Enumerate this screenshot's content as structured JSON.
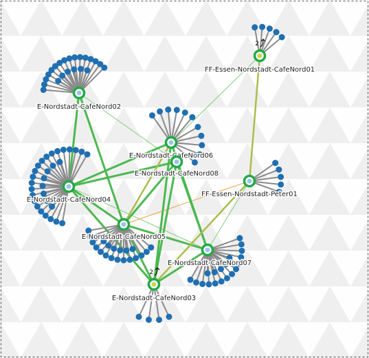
{
  "colors": {
    "background": "#f7f7f7",
    "triangle_light": "#ffffff",
    "triangle_dark": "#eeeeee",
    "frame": "#555555",
    "client_dot": "#1f6fb2",
    "client_line": "#8a8a8a",
    "node_ring_online": "#22a848",
    "node_ring_gateway": "#c8d84a",
    "node_center": "#9fc3e6",
    "link_strong": "#4bb84f",
    "link_weak": "#7fce7f",
    "link_olive": "#a9be4a",
    "link_orange": "#f0a23c"
  },
  "nodes": [
    {
      "id": "ffcafe01",
      "label": "FF-Essen-Nordstadt-CafeNord01",
      "type": "gateway",
      "badge": "2"
    },
    {
      "id": "cafe02",
      "label": "E-Nordstadt-CafeNord02",
      "type": "online"
    },
    {
      "id": "cafe06",
      "label": "E-Nordstadt-CafeNord06",
      "type": "online"
    },
    {
      "id": "cafe08",
      "label": "E-Nordstadt-CafeNord08",
      "type": "online"
    },
    {
      "id": "peter01",
      "label": "FF-Essen-Nordstadt-Peter01",
      "type": "online"
    },
    {
      "id": "cafe04",
      "label": "E-Nordstadt-CafeNord04",
      "type": "online"
    },
    {
      "id": "cafe05",
      "label": "E-Nordstadt-CafeNord05",
      "type": "online"
    },
    {
      "id": "cafe07",
      "label": "E-Nordstadt-CafeNord07",
      "type": "online"
    },
    {
      "id": "cafe03",
      "label": "E-Nordstadt-CafeNord03",
      "type": "gateway",
      "badge": "2"
    }
  ],
  "links": [
    {
      "source": "ffcafe01",
      "target": "peter01",
      "quality": "olive"
    },
    {
      "source": "ffcafe01",
      "target": "cafe06",
      "quality": "weak"
    },
    {
      "source": "cafe02",
      "target": "cafe04",
      "quality": "strong"
    },
    {
      "source": "cafe02",
      "target": "cafe05",
      "quality": "strong"
    },
    {
      "source": "cafe02",
      "target": "cafe08",
      "quality": "weak"
    },
    {
      "source": "cafe04",
      "target": "cafe06",
      "quality": "strong"
    },
    {
      "source": "cafe04",
      "target": "cafe08",
      "quality": "strong"
    },
    {
      "source": "cafe04",
      "target": "cafe05",
      "quality": "strong"
    },
    {
      "source": "cafe04",
      "target": "cafe03",
      "quality": "strong"
    },
    {
      "source": "cafe04",
      "target": "cafe07",
      "quality": "weak"
    },
    {
      "source": "cafe05",
      "target": "cafe06",
      "quality": "olive"
    },
    {
      "source": "cafe05",
      "target": "cafe08",
      "quality": "strong"
    },
    {
      "source": "cafe05",
      "target": "cafe03",
      "quality": "strong"
    },
    {
      "source": "cafe05",
      "target": "cafe07",
      "quality": "strong"
    },
    {
      "source": "cafe05",
      "target": "peter01",
      "quality": "orange"
    },
    {
      "source": "cafe06",
      "target": "cafe03",
      "quality": "strong"
    },
    {
      "source": "cafe06",
      "target": "cafe07",
      "quality": "strong"
    },
    {
      "source": "cafe08",
      "target": "cafe03",
      "quality": "strong"
    },
    {
      "source": "cafe08",
      "target": "cafe07",
      "quality": "strong"
    },
    {
      "source": "cafe03",
      "target": "peter01",
      "quality": "olive"
    },
    {
      "source": "cafe07",
      "target": "cafe03",
      "quality": "strong"
    },
    {
      "source": "cafe07",
      "target": "peter01",
      "quality": "weak"
    }
  ]
}
